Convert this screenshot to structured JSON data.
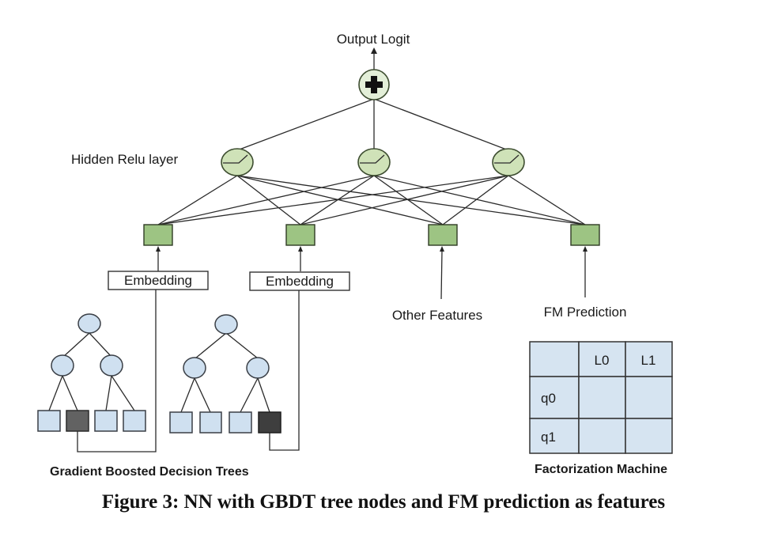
{
  "diagram": {
    "output_label": "Output Logit",
    "sum_node_symbol": "plus",
    "hidden_layer_label": "Hidden Relu layer",
    "hidden_node_count": 3,
    "input_nodes": [
      {
        "id": "gbdt-tree-1-embedding",
        "source_label": "Embedding"
      },
      {
        "id": "gbdt-tree-2-embedding",
        "source_label": "Embedding"
      },
      {
        "id": "other-features",
        "source_label": "Other Features"
      },
      {
        "id": "fm-prediction",
        "source_label": "FM Prediction"
      }
    ],
    "gbdt": {
      "label": "Gradient Boosted Decision Trees",
      "trees": [
        {
          "depth": 2,
          "leaves": 4,
          "active_leaf_index": 1
        },
        {
          "depth": 2,
          "leaves": 4,
          "active_leaf_index": 3
        }
      ]
    },
    "fm": {
      "label": "Factorization Machine",
      "columns": [
        "",
        "L0",
        "L1"
      ],
      "rows": [
        [
          "q0",
          "",
          ""
        ],
        [
          "q1",
          "",
          ""
        ]
      ]
    },
    "caption": "Figure 3: NN with GBDT tree nodes and FM prediction as features",
    "colors": {
      "hidden_node_fill": "#cfe2b8",
      "input_node_fill": "#9dc483",
      "tree_node_fill": "#cfe0f0",
      "active_leaf_fill": "#4a4a4a",
      "fm_cell_fill": "#d6e4f1"
    }
  }
}
